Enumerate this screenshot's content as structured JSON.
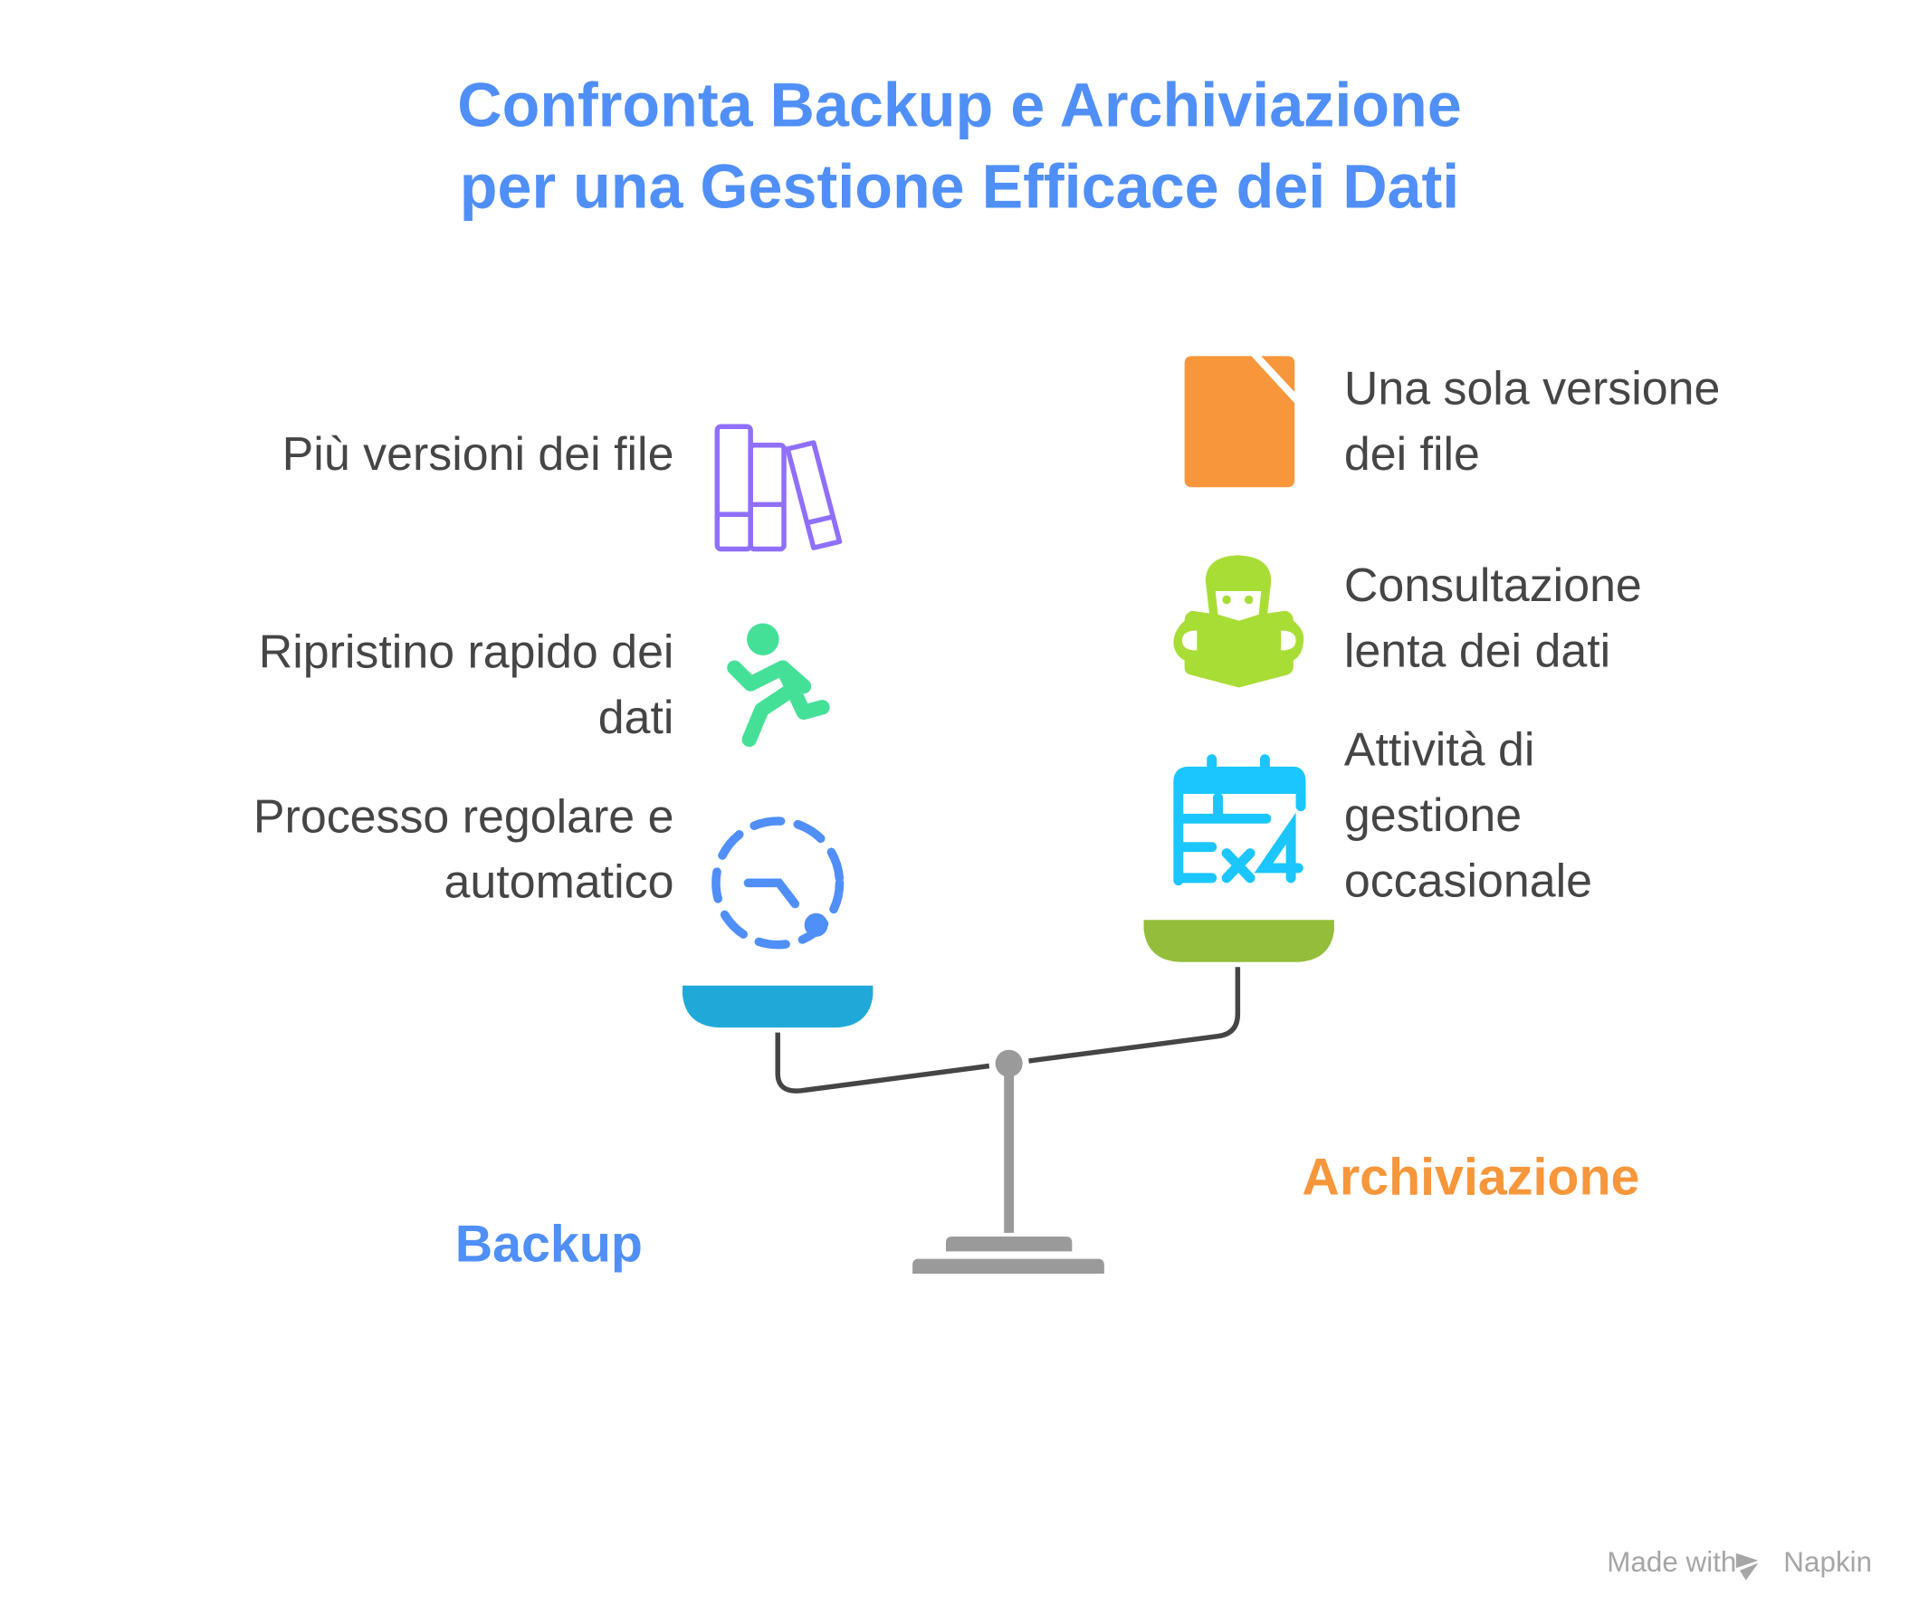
{
  "title": {
    "line1": "Confronta Backup e Archiviazione",
    "line2": "per una Gestione Efficace dei Dati"
  },
  "left": {
    "label": "Backup",
    "color": "#4f8ff7",
    "items": [
      {
        "text": "Più versioni dei file",
        "icon": "books-icon"
      },
      {
        "text": "Ripristino rapido dei dati",
        "icon": "running-person-icon"
      },
      {
        "text": "Processo regolare e automatico",
        "icon": "dashed-clock-icon"
      }
    ]
  },
  "right": {
    "label": "Archiviazione",
    "color": "#f7963a",
    "items": [
      {
        "text": "Una sola versione dei file",
        "icon": "file-icon"
      },
      {
        "text": "Consultazione lenta dei dati",
        "icon": "reader-icon"
      },
      {
        "text": "Attività di gestione occasionale",
        "icon": "calendar-x4-icon"
      }
    ]
  },
  "footer": {
    "made_with": "Made with",
    "brand": "Napkin"
  }
}
